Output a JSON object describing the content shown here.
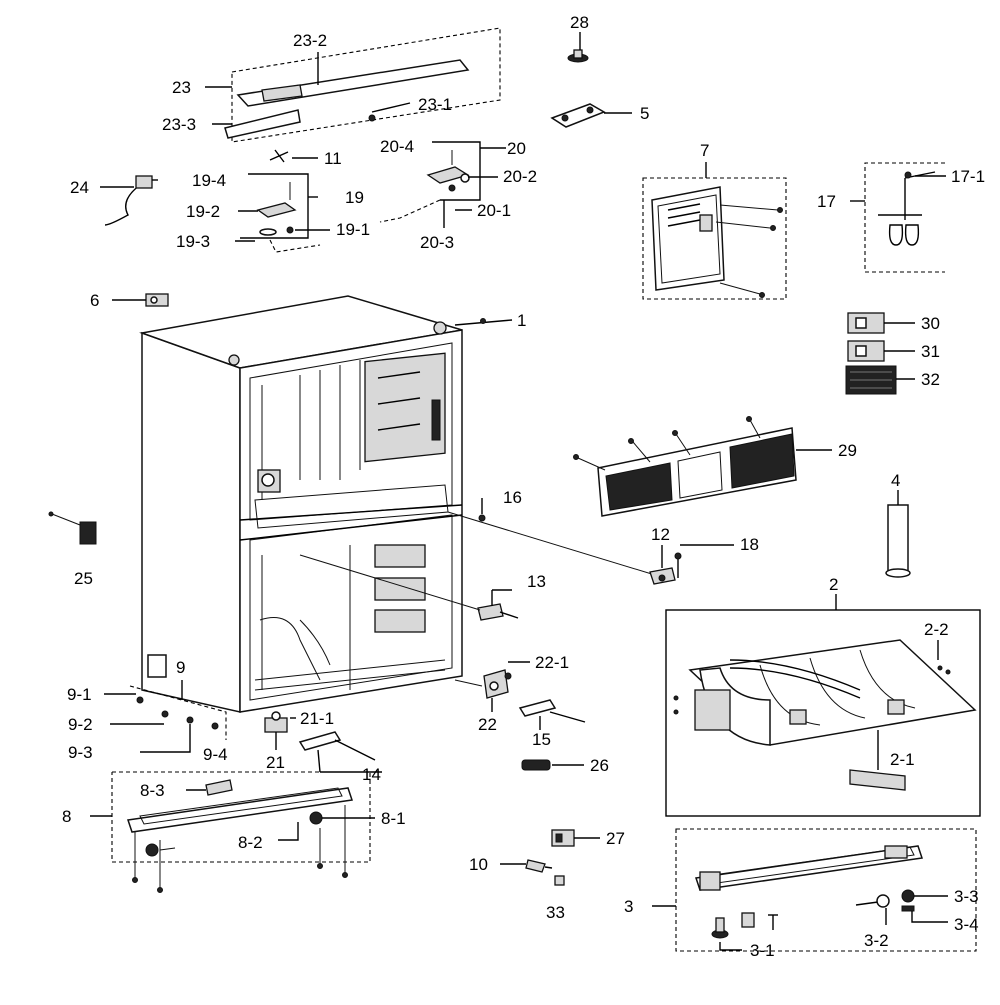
{
  "labels": {
    "l1": "1",
    "l2": "2",
    "l2_1": "2-1",
    "l2_2": "2-2",
    "l3": "3",
    "l3_1": "3-1",
    "l3_2": "3-2",
    "l3_3": "3-3",
    "l3_4": "3-4",
    "l4": "4",
    "l5": "5",
    "l6": "6",
    "l7": "7",
    "l8": "8",
    "l8_1": "8-1",
    "l8_2": "8-2",
    "l8_3": "8-3",
    "l9": "9",
    "l9_1": "9-1",
    "l9_2": "9-2",
    "l9_3": "9-3",
    "l9_4": "9-4",
    "l10": "10",
    "l11": "11",
    "l12": "12",
    "l13": "13",
    "l14": "14",
    "l15": "15",
    "l16": "16",
    "l17": "17",
    "l17_1": "17-1",
    "l18": "18",
    "l19": "19",
    "l19_1": "19-1",
    "l19_2": "19-2",
    "l19_3": "19-3",
    "l19_4": "19-4",
    "l20": "20",
    "l20_1": "20-1",
    "l20_2": "20-2",
    "l20_3": "20-3",
    "l20_4": "20-4",
    "l21": "21",
    "l21_1": "21-1",
    "l22": "22",
    "l22_1": "22-1",
    "l23": "23",
    "l23_1": "23-1",
    "l23_2": "23-2",
    "l23_3": "23-3",
    "l24": "24",
    "l25": "25",
    "l26": "26",
    "l27": "27",
    "l28": "28",
    "l29": "29",
    "l30": "30",
    "l31": "31",
    "l32": "32",
    "l33": "33"
  }
}
